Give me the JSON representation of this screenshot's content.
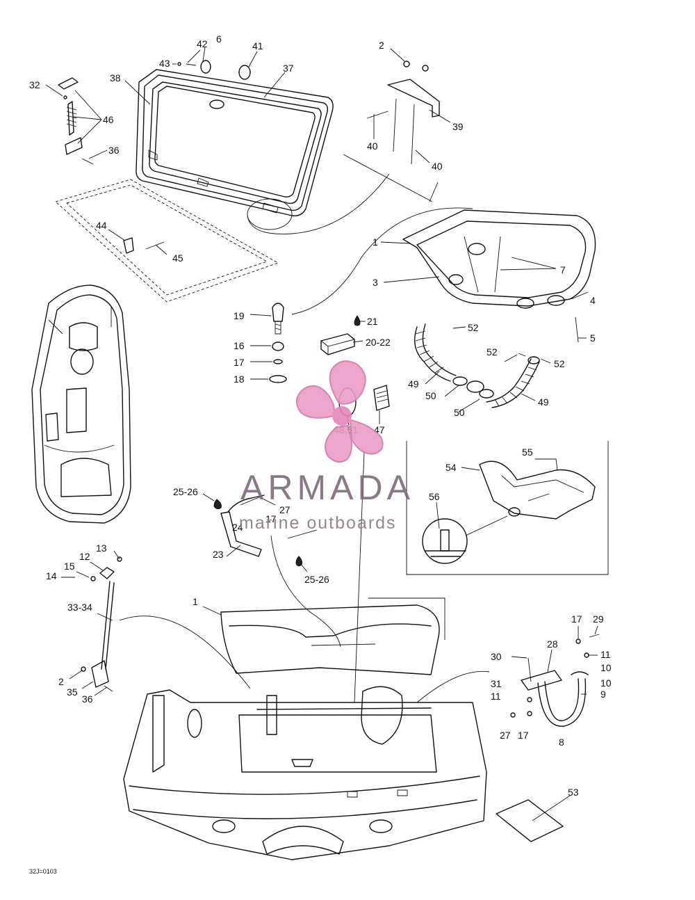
{
  "callouts": [
    {
      "text": "32"
    },
    {
      "text": "46"
    },
    {
      "text": "36"
    },
    {
      "text": "42"
    },
    {
      "text": "6"
    },
    {
      "text": "43"
    },
    {
      "text": "41"
    },
    {
      "text": "37"
    },
    {
      "text": "38"
    },
    {
      "text": "2"
    },
    {
      "text": "39"
    },
    {
      "text": "40"
    },
    {
      "text": "40"
    },
    {
      "text": "44"
    },
    {
      "text": "45"
    },
    {
      "text": "1"
    },
    {
      "text": "7"
    },
    {
      "text": "3"
    },
    {
      "text": "4"
    },
    {
      "text": "5"
    },
    {
      "text": "19"
    },
    {
      "text": "21"
    },
    {
      "text": "20-22"
    },
    {
      "text": "16"
    },
    {
      "text": "17"
    },
    {
      "text": "18"
    },
    {
      "text": "52"
    },
    {
      "text": "52"
    },
    {
      "text": "52"
    },
    {
      "text": "49"
    },
    {
      "text": "50"
    },
    {
      "text": "50"
    },
    {
      "text": "49"
    },
    {
      "text": "48,51"
    },
    {
      "text": "47"
    },
    {
      "text": "55"
    },
    {
      "text": "54"
    },
    {
      "text": "56"
    },
    {
      "text": "25-26"
    },
    {
      "text": "27"
    },
    {
      "text": "17"
    },
    {
      "text": "24"
    },
    {
      "text": "23"
    },
    {
      "text": "25-26"
    },
    {
      "text": "13"
    },
    {
      "text": "12"
    },
    {
      "text": "15"
    },
    {
      "text": "14"
    },
    {
      "text": "33-34"
    },
    {
      "text": "2"
    },
    {
      "text": "35"
    },
    {
      "text": "36"
    },
    {
      "text": "1"
    },
    {
      "text": "17"
    },
    {
      "text": "29"
    },
    {
      "text": "28"
    },
    {
      "text": "30"
    },
    {
      "text": "11"
    },
    {
      "text": "10"
    },
    {
      "text": "31"
    },
    {
      "text": "10"
    },
    {
      "text": "11"
    },
    {
      "text": "9"
    },
    {
      "text": "27"
    },
    {
      "text": "17"
    },
    {
      "text": "8"
    },
    {
      "text": "53"
    }
  ],
  "drawing_code": "32J=0103",
  "watermark": {
    "brand": "ARMADA",
    "tagline": "marine outboards",
    "color": "#ea9cc6"
  }
}
